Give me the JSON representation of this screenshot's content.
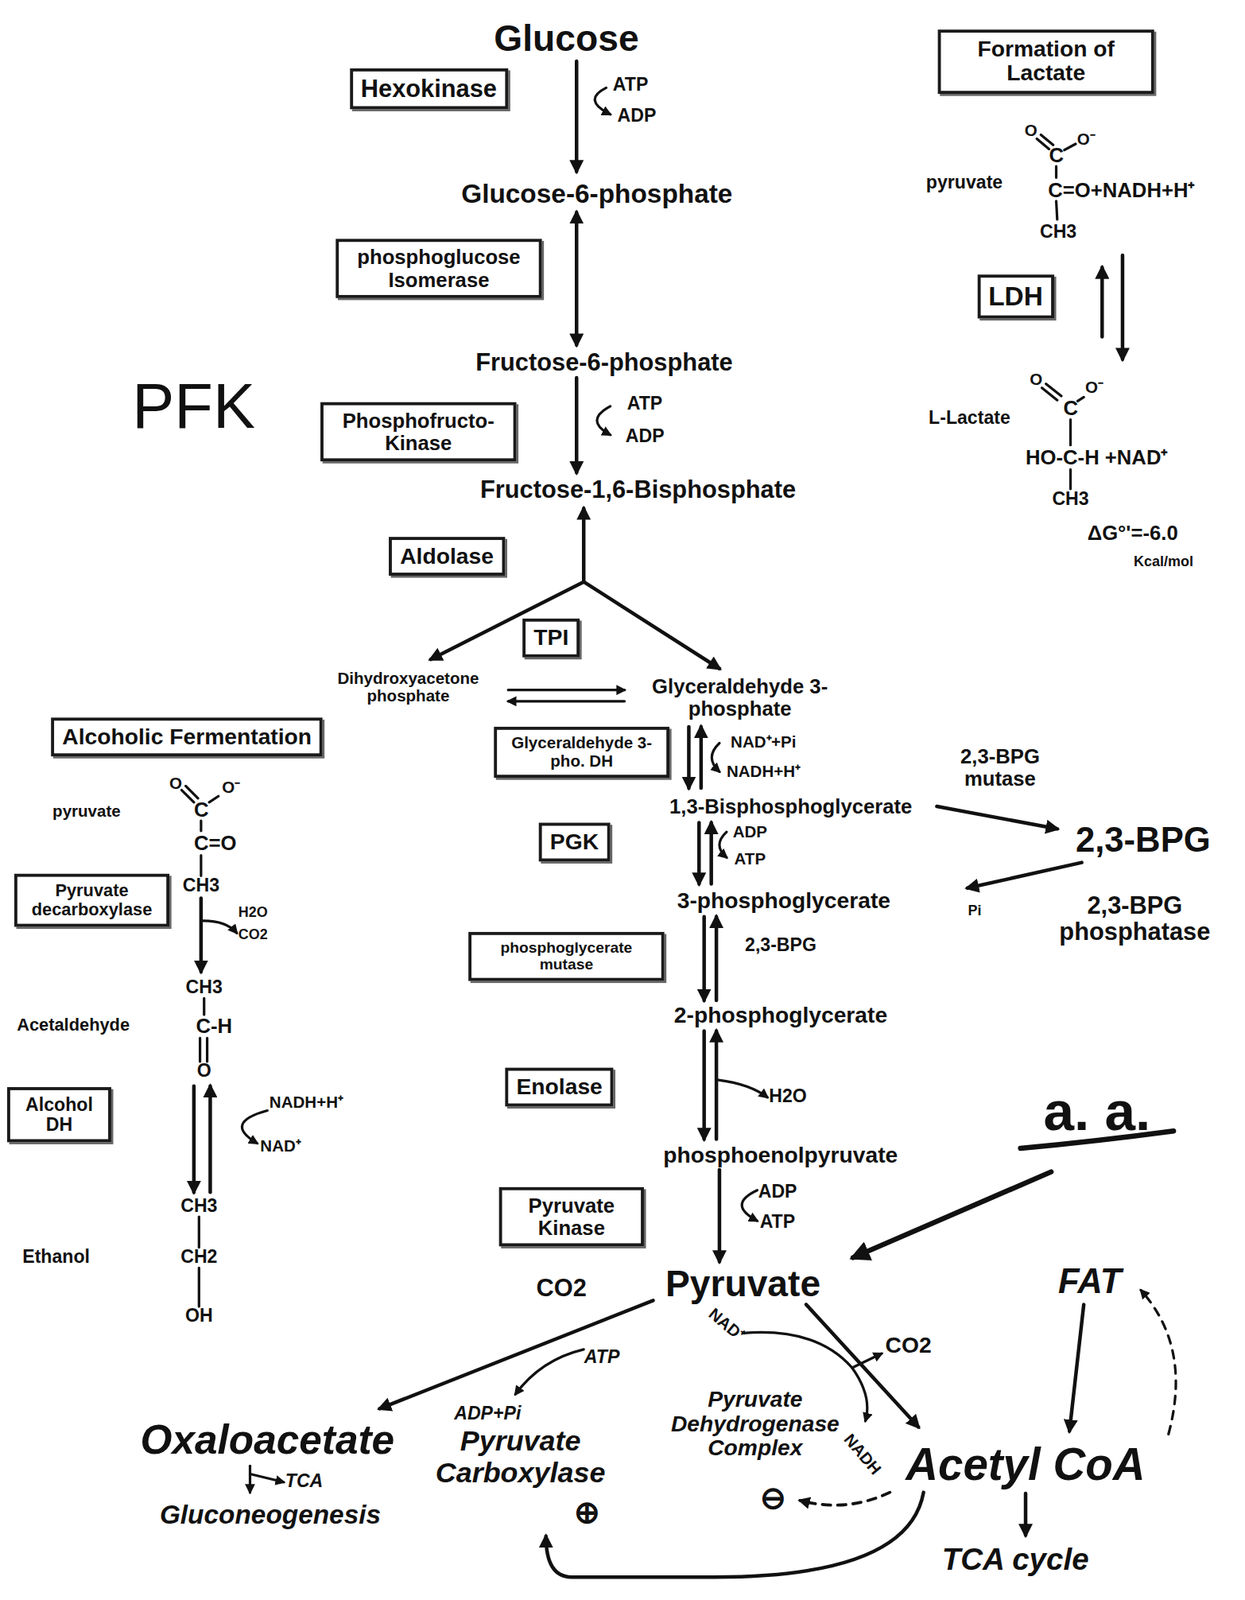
{
  "diagram": {
    "nodes": [
      {
        "text": [
          "Hexokinase"
        ]
      },
      {
        "text": [
          "Formation of Lactate"
        ]
      },
      {
        "text": [
          "phosphoglucose Isomerase"
        ]
      },
      {
        "text": [
          "LDH"
        ]
      },
      {
        "text": [
          "Phosphofructo-Kinase"
        ]
      },
      {
        "text": [
          "Aldolase"
        ]
      },
      {
        "text": [
          "TPI"
        ]
      },
      {
        "text": [
          "Alcoholic Fermentation"
        ]
      },
      {
        "text": [
          "Glyceraldehyde 3-pho. DH"
        ]
      },
      {
        "text": [
          "PGK"
        ]
      },
      {
        "text": [
          "Pyruvate decarboxylase"
        ]
      },
      {
        "text": [
          "phosphoglycerate mutase"
        ]
      },
      {
        "text": [
          "Alcohol DH"
        ]
      },
      {
        "text": [
          "Enolase"
        ]
      },
      {
        "text": [
          "Pyruvate Kinase"
        ]
      }
    ],
    "labels": [
      "Glucose",
      "ATP",
      "ADP",
      "Glucose-6-phosphate",
      "Fructose-6-phosphate",
      "PFK",
      "ATP",
      "ADP",
      "Fructose-1,6-Bisphosphate",
      "Dihydroxyacetone phosphate",
      "Glyceraldehyde 3-phosphate",
      "NAD⁺+Pi",
      "NADH+H⁺",
      "1,3-Bisphosphoglycerate",
      "2,3-BPG mutase",
      "2,3-BPG",
      "Pi",
      "2,3-BPG phosphatase",
      "ADP",
      "ATP",
      "3-phosphoglycerate",
      "2,3-BPG",
      "2-phosphoglycerate",
      "H2O",
      "phosphoenolpyruvate",
      "ADP",
      "ATP",
      "a. a.",
      "CO2",
      "Pyruvate",
      "FAT",
      "ATP",
      "NAD⁺",
      "CO2",
      "Oxaloacetate",
      "ADP+Pi",
      "Pyruvate Carboxylase",
      "Pyruvate Dehydrogenase Complex",
      "NADH",
      "Acetyl CoA",
      "TCA",
      "Gluconeogenesis",
      "⊕",
      "⊖",
      "TCA cycle",
      "pyruvate",
      "O",
      "C",
      "O⁻",
      "C=O+NADH+H⁺",
      "CH3",
      "L-Lactate",
      "O",
      "C",
      "O⁻",
      "HO-C-H +NAD⁺",
      "CH3",
      "ΔG°'=-6.0",
      "Kcal/mol",
      "pyruvate",
      "O",
      "C",
      "O⁻",
      "C=O",
      "CH3",
      "H2O",
      "CO2",
      "Acetaldehyde",
      "CH3",
      "C-H",
      "O",
      "NADH+H⁺",
      "NAD⁺",
      "Ethanol",
      "CH3",
      "CH2",
      "OH"
    ]
  }
}
